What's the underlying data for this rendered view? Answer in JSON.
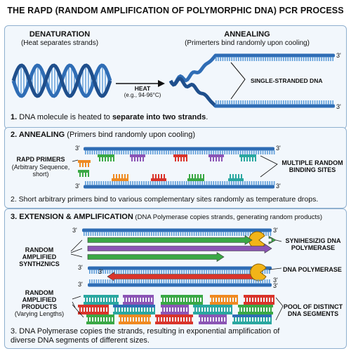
{
  "title": "THE RAPD (RANDOM AMPLIFICATION OF POLYMORPHIC DNA) PCR PROCESS",
  "panel1": {
    "denaturation_heading": "DENATURATION",
    "denaturation_sub": "(Heat separates strands)",
    "annealing_heading": "ANNEALING",
    "annealing_sub": "(Primerters bind randomly upon cooling)",
    "heat_label": "HEAT",
    "heat_temp": "(e.g., 94-96°C)",
    "ssdna_label": "SINGLE-STRANDED DNA",
    "end_top": "3'",
    "end_bottom": "3'",
    "step_num": "1.",
    "step_pre": " DNA molecule is heated to ",
    "step_bold": "separate into two strands",
    "step_post": "."
  },
  "panel2": {
    "heading": "2. ANNEALING",
    "heading_sub": " (Primers bind randomly upon cooling)",
    "primers_label": "RAPD PRIMERS",
    "primers_sub1": "(Arbitrary Sequence,",
    "primers_sub2": "short)",
    "sites_label1": "MULTIPLE RANDOM",
    "sites_label2": "BINDING SITES",
    "end_tl": "3'",
    "end_tr": "3'",
    "end_bl": "3'",
    "end_br": "3'",
    "step_text": "2. Short arbitrary primers bind to various complementary sites randomly as temperature drops."
  },
  "panel3": {
    "heading": "3. EXTENSION & AMPLIFICATION",
    "heading_sub": " (DNA Polymerase copies strands, generating random products)",
    "synth_label1": "RANDOM",
    "synth_label2": "AMPLIFIED",
    "synth_label3": "SYNTHZNICS",
    "poly1_label1": "SYNIHESIZIG DNA",
    "poly1_label2": "POLYMERASE",
    "poly2_label": "DNA POLYMERASE",
    "products_label1": "RANDOM",
    "products_label2": "AMPLIFIED",
    "products_label3": "PRODUCTS",
    "products_sub": "(Varying Lengths)",
    "pool_label1": "POOL OF DISTINCT",
    "pool_label2": "DNA SEGMENTS",
    "end_a_l": "3'",
    "end_a_r": "3'",
    "end_b_l": "3'",
    "end_b_r": "3'",
    "end_c_l": "3'",
    "end_c_r": "3'",
    "end_d_l": "3'",
    "step_line1": "3. DNA Polymerase copies the strands, resulting in exponential amplification of",
    "step_line2": "diverse DNA segments of different sizes."
  },
  "colors": {
    "dna_blue": "#2f6db5",
    "dna_light": "#5b9bd8",
    "polymerase": "#f2b418",
    "arrow_red": "#d9342b",
    "primer_green": "#3aa845",
    "primer_purple": "#8b55b5",
    "primer_orange": "#ef8a22",
    "primer_red": "#d9342b",
    "primer_teal": "#2aa7a0"
  }
}
